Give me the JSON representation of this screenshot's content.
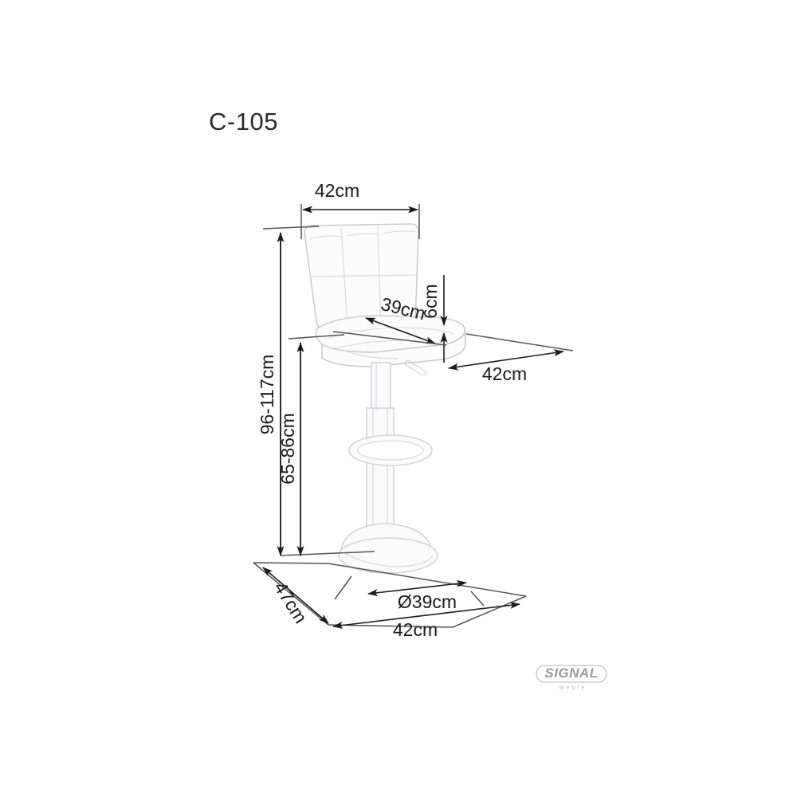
{
  "title": "C-105",
  "dimensions": {
    "back_width": "42cm",
    "seat_depth": "39cm",
    "seat_thickness": "6cm",
    "seat_width": "42cm",
    "total_height": "96-117cm",
    "seat_height": "65-86cm",
    "base_diameter": "Ø39cm",
    "footprint_depth": "47cm",
    "footprint_width": "42cm"
  },
  "logo": {
    "brand": "SIGNAL",
    "tagline": "meble"
  },
  "colors": {
    "line": "#1c1c1c",
    "extension": "#555555",
    "furniture_outline": "#c9c9cc",
    "furniture_fill": "#fcfcfd",
    "logo": "#9a9a9a",
    "background": "#ffffff"
  }
}
